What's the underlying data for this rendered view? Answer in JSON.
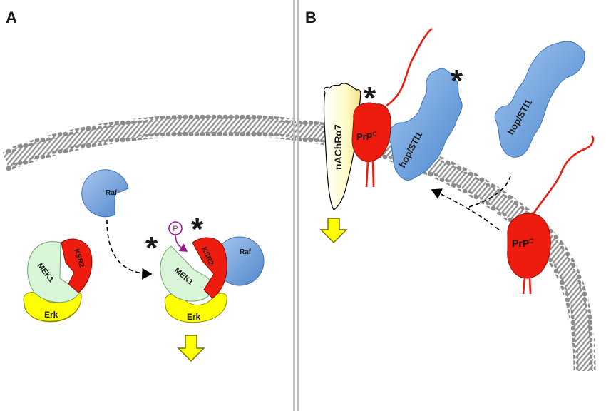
{
  "panels": {
    "a": {
      "label": "A",
      "raf_free": "Raf",
      "mek1_free": "MEK1",
      "ksr2_free": "KSR2",
      "erk_free": "Erk",
      "phospho": "P",
      "mek1_complex": "MEK1",
      "ksr2_complex": "KSR2",
      "raf_complex": "Raf",
      "erk_complex": "Erk",
      "asterisk": "*"
    },
    "b": {
      "label": "B",
      "nachr": "nAChRα7",
      "prp_bound_base": "PrP",
      "prp_bound_sup": "C",
      "hop_bound": "hop/STI1",
      "hop_free": "hop/STI1",
      "prp_free_base": "PrP",
      "prp_free_sup": "C",
      "asterisk": "*"
    }
  },
  "colors": {
    "raf": "#6b9bd6",
    "mek1": "#d8f5d8",
    "ksr2": "#ee1c0e",
    "erk": "#ffff00",
    "prp": "#ee1c0e",
    "hop": "#6fa8dc",
    "nachr": "#fffbd0",
    "arrow": "#ffff00",
    "phospho": "#9b1b8c",
    "membrane": "#9e9e9e"
  }
}
